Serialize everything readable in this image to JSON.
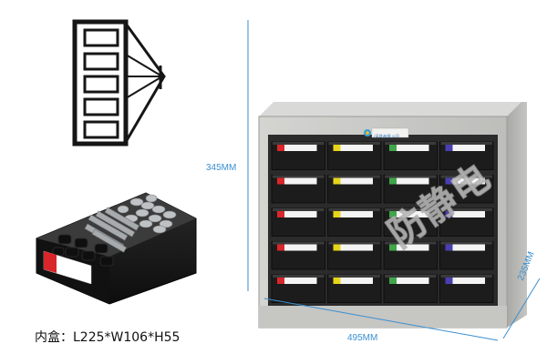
{
  "dimensions": {
    "height": "345MM",
    "width": "495MM",
    "depth": "235MM"
  },
  "caption": {
    "inner_box": "内盒：L225*W106*H55"
  },
  "cabinet": {
    "logo_text": "(深圳)有限 公司",
    "rows": 5,
    "columns": 4,
    "column_label_colors": [
      "#d9262b",
      "#e6d51a",
      "#3fa64a",
      "#4a3fb0"
    ],
    "body_color": "#c9c9c6",
    "drawer_color": "#1c1c1c"
  },
  "watermark": {
    "text": "防静电"
  },
  "dimension_color": "#3a8fd0"
}
